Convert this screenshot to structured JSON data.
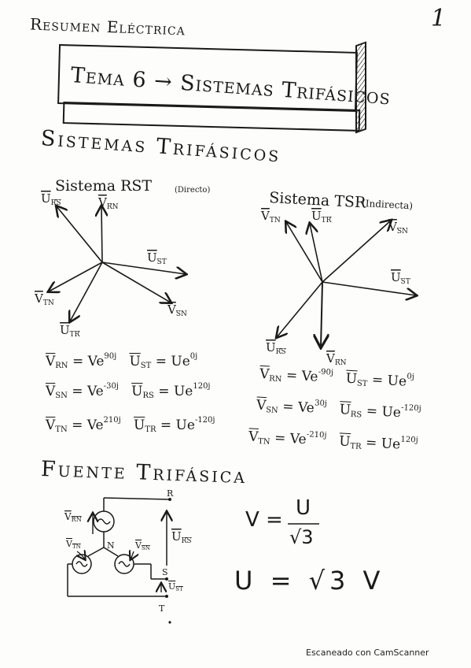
{
  "header": {
    "subject": "Resumen Eléctrica",
    "page_number": "1"
  },
  "title": {
    "text": "Tema 6 → Sistemas Trifásicos"
  },
  "section_1": {
    "heading": "Sistemas Trifásicos",
    "rst": {
      "title": "Sistema RST",
      "note": "(Directo)",
      "labels": {
        "U_RS": "U",
        "U_RS_sub": "RS",
        "V_RN": "V",
        "V_RN_sub": "RN",
        "U_ST": "U",
        "U_ST_sub": "ST",
        "V_TN": "V",
        "V_TN_sub": "TN",
        "V_SN": "V",
        "V_SN_sub": "SN",
        "U_TR": "U",
        "U_TR_sub": "TR"
      },
      "equations": [
        {
          "lhs": "V",
          "lhs_sub": "RN",
          "mid": "= Ve",
          "exp": "90j",
          "rhs": "U",
          "rhs_sub": "ST",
          "rhs_mid": "= Ue",
          "rhs_exp": "0j"
        },
        {
          "lhs": "V",
          "lhs_sub": "SN",
          "mid": "= Ve",
          "exp": "-30j",
          "rhs": "U",
          "rhs_sub": "RS",
          "rhs_mid": "= Ue",
          "rhs_exp": "120j"
        },
        {
          "lhs": "V",
          "lhs_sub": "TN",
          "mid": "= Ve",
          "exp": "210j",
          "rhs": "U",
          "rhs_sub": "TR",
          "rhs_mid": "= Ue",
          "rhs_exp": "-120j"
        }
      ]
    },
    "tsr": {
      "title": "Sistema TSR",
      "note": "(Indirecta)",
      "labels": {
        "V_TN": "V",
        "V_TN_sub": "TN",
        "U_TR": "U",
        "U_TR_sub": "TR",
        "V_SN": "V",
        "V_SN_sub": "SN",
        "U_ST": "U",
        "U_ST_sub": "ST",
        "U_RS": "U",
        "U_RS_sub": "RS",
        "V_RN": "V",
        "V_RN_sub": "RN"
      },
      "equations": [
        {
          "lhs": "V",
          "lhs_sub": "RN",
          "mid": "= Ve",
          "exp": "-90j",
          "rhs": "U",
          "rhs_sub": "ST",
          "rhs_mid": "= Ue",
          "rhs_exp": "0j"
        },
        {
          "lhs": "V",
          "lhs_sub": "SN",
          "mid": "= Ve",
          "exp": "30j",
          "rhs": "U",
          "rhs_sub": "RS",
          "rhs_mid": "= Ue",
          "rhs_exp": "-120j"
        },
        {
          "lhs": "V",
          "lhs_sub": "TN",
          "mid": "= Ve",
          "exp": "-210j",
          "rhs": "U",
          "rhs_sub": "TR",
          "rhs_mid": "= Ue",
          "rhs_exp": "120j"
        }
      ]
    }
  },
  "section_2": {
    "heading": "Fuente Trifásica",
    "circuit": {
      "node_R": "R",
      "node_S": "S",
      "node_T": "T",
      "node_N": "N",
      "V_RN": "V",
      "V_RN_sub": "RN",
      "V_TN": "V",
      "V_TN_sub": "TN",
      "V_SN": "V",
      "V_SN_sub": "SN",
      "U_RS": "U",
      "U_RS_sub": "RS",
      "U_ST": "U",
      "U_ST_sub": "ST"
    },
    "formula_1": {
      "lhs": "V =",
      "num": "U",
      "den": "√3"
    },
    "formula_2": {
      "text": "U = √3 V"
    }
  },
  "footer": {
    "text": "Escaneado con CamScanner"
  }
}
